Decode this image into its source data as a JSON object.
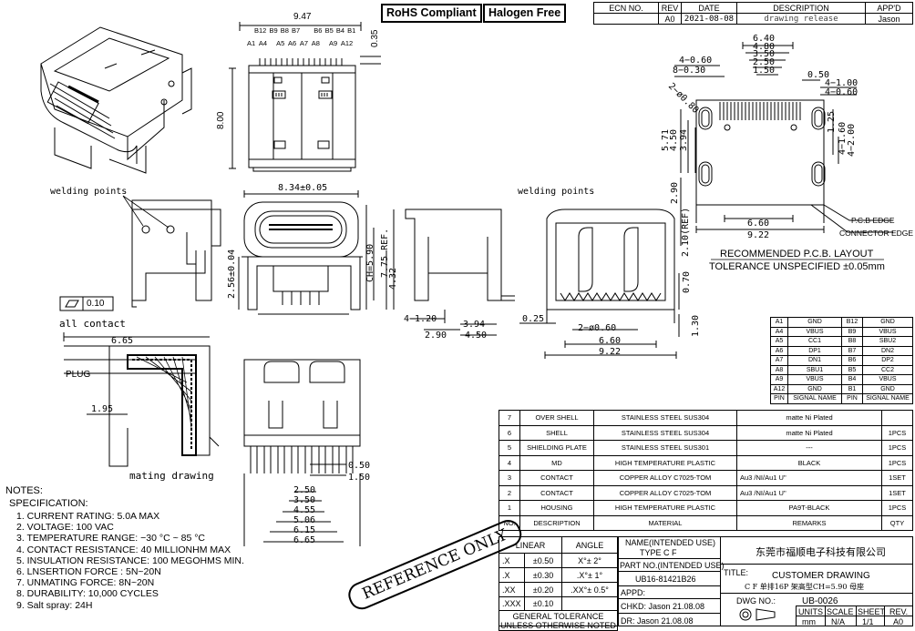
{
  "badges": {
    "rohs": "RoHS Compliant",
    "halogen": "Halogen Free"
  },
  "rev_table": {
    "headers": [
      "ECN NO.",
      "REV",
      "DATE",
      "DESCRIPTION",
      "APP'D"
    ],
    "row": [
      "",
      "A0",
      "2021-08-08",
      "drawing release",
      "Jason"
    ]
  },
  "top_view_dims": {
    "width": "9.47",
    "pins_top": [
      "B12",
      "B9",
      "B8",
      "B7",
      "B6",
      "B5",
      "B4",
      "B1"
    ],
    "pins_bottom": [
      "A1",
      "A4",
      "A5",
      "A6",
      "A7",
      "A8",
      "A9",
      "A12"
    ],
    "pitch": "0.35",
    "height": "8.00"
  },
  "pcb_dims": {
    "d640": "6.40",
    "d480": "4.80",
    "d350": "3.50",
    "d250": "2.50",
    "d150": "1.50",
    "h4_060": "4−0.60",
    "h8_030": "8−0.30",
    "d050": "0.50",
    "r100": "4−1.00",
    "r060": "4−0.60",
    "phi080": "2−ø0.80",
    "d571": "5.71",
    "d450": "4.50",
    "d394": "3.94",
    "d125": "1.25",
    "d160": "4−1.60",
    "d200": "4−2.00",
    "d290": "2.90",
    "d210": "2.10(REF)",
    "d660": "6.60",
    "d922": "9.22",
    "pcb_edge": "P.C.B EDGE",
    "conn_edge": "CONNECTOR EDGE",
    "title": "RECOMMENDED   P.C.B.  LAYOUT",
    "tolerance": "TOLERANCE  UNSPECIFIED  ±0.05mm"
  },
  "front_view_dims": {
    "width": "8.34±0.05",
    "h256": "2.56±0.04",
    "h775": "7.75 REF.",
    "h432": "4.32",
    "ch": "CH=5.90",
    "h4_120": "4−1.20",
    "w290": "2.90",
    "w394": "3.94",
    "w450": "4.50"
  },
  "rear_view_dims": {
    "d025": "0.25",
    "phi060": "2−ø0.60",
    "d660": "6.60",
    "d922": "9.22",
    "d070": "0.70",
    "d130": "1.30"
  },
  "bottom_view_dims": {
    "d050": "0.50",
    "d150": "1.50",
    "d250": "2.50",
    "d350": "3.50",
    "d455": "4.55",
    "d506": "5.06",
    "d615": "6.15",
    "d665": "6.65"
  },
  "labels": {
    "welding_left": "welding points",
    "welding_right": "welding points",
    "flatness": "0.10",
    "all_contact": "all contact",
    "plug": "PLUG",
    "d665": "6.65",
    "d195": "1.95",
    "mating": "mating drawing"
  },
  "notes": {
    "title": "NOTES:",
    "spec": "SPECIFICATION:",
    "items": [
      "1.  CURRENT  RATING:  5.0A  MAX",
      "2.  VOLTAGE:  100  VAC",
      "3.  TEMPERATURE  RANGE:  −30 °C  ~  85 °C",
      "4.  CONTACT  RESISTANCE:  40  MILLIONHM  MAX",
      "5.  INSULATION  RESISTANCE:  100  MEGOHMS  MIN.",
      "6.  LNSERTION  FORCE  :  5N~20N",
      "7.  UNMATING  FORCE:  8N~20N",
      "8.  DURABILITY:    10,000  CYCLES",
      "9.  Salt  spray:  24H"
    ]
  },
  "reference_only": "REFERENCE ONLY",
  "pin_table": {
    "rows": [
      [
        "A1",
        "GND",
        "B12",
        "GND"
      ],
      [
        "A4",
        "VBUS",
        "B9",
        "VBUS"
      ],
      [
        "A5",
        "CC1",
        "B8",
        "SBU2"
      ],
      [
        "A6",
        "DP1",
        "B7",
        "DN2"
      ],
      [
        "A7",
        "DN1",
        "B6",
        "DP2"
      ],
      [
        "A8",
        "SBU1",
        "B5",
        "CC2"
      ],
      [
        "A9",
        "VBUS",
        "B4",
        "VBUS"
      ],
      [
        "A12",
        "GND",
        "B1",
        "GND"
      ],
      [
        "PIN",
        "SIGNAL NAME",
        "PIN",
        "SIGNAL NAME"
      ]
    ]
  },
  "bom": {
    "rows": [
      [
        "7",
        "OVER SHELL",
        "STAINLESS  STEEL  SUS304",
        "matte  Ni  Plated",
        ""
      ],
      [
        "6",
        "SHELL",
        "STAINLESS  STEEL  SUS304",
        "matte  Ni  Plated",
        "1PCS"
      ],
      [
        "5",
        "SHIELDING  PLATE",
        "STAINLESS  STEEL  SUS301",
        "---",
        "1PCS"
      ],
      [
        "4",
        "MD",
        "HIGH  TEMPERATURE  PLASTIC",
        "BLACK",
        "1PCS"
      ],
      [
        "3",
        "CONTACT",
        "COPPER  ALLOY  C7025-TOM",
        "Au3  /NI/Au1  U\"",
        "1SET"
      ],
      [
        "2",
        "CONTACT",
        "COPPER  ALLOY  C7025-TOM",
        "Au3  /NI/Au1  U\"",
        "1SET"
      ],
      [
        "1",
        "HOUSING",
        "HIGH  TEMPERATURE  PLASTIC",
        "PA9T-BLACK",
        "1PCS"
      ]
    ],
    "header": [
      "NO.",
      "DESCRIPTION",
      "MATERIAL",
      "REMARKS",
      "QTY"
    ]
  },
  "title_block": {
    "linear": "LINEAR",
    "angle": "ANGLE",
    "tol_rows": [
      [
        ".X",
        "±0.50",
        "X°± 2°"
      ],
      [
        ".X",
        "±0.30",
        ".X°± 1°"
      ],
      [
        ".XX",
        "±0.20",
        ".XX°± 0.5°"
      ],
      [
        ".XXX",
        "±0.10",
        ""
      ]
    ],
    "general_tol": "GENERAL  TOLERANCE\nUNLESS  OTHERWISE  NOTED",
    "name_label": "NAME(INTENDED  USE)",
    "name_value": "TYPE  C  F",
    "part_label": "PART  NO.(INTENDED  USE)",
    "part_value": "UB16-81421B26",
    "appd": "APPD:",
    "chkd": "CHKD:  Jason    21.08.08",
    "dr": "DR:   Jason    21.08.08",
    "company": "东莞市福顺电子科技有限公司",
    "title_label": "TITLE:",
    "title_value": "CUSTOMER  DRAWING",
    "title_sub": "C F  单排16P  架高型CH=5.90  母座",
    "dwg_label": "DWG  NO.:",
    "dwg_value": "UB-0026",
    "units": "UNITS",
    "scale": "SCALE",
    "sheet": "SHEET",
    "rev": "REV.",
    "units_v": "mm",
    "scale_v": "N/A",
    "sheet_v": "1/1",
    "rev_v": "A0"
  }
}
